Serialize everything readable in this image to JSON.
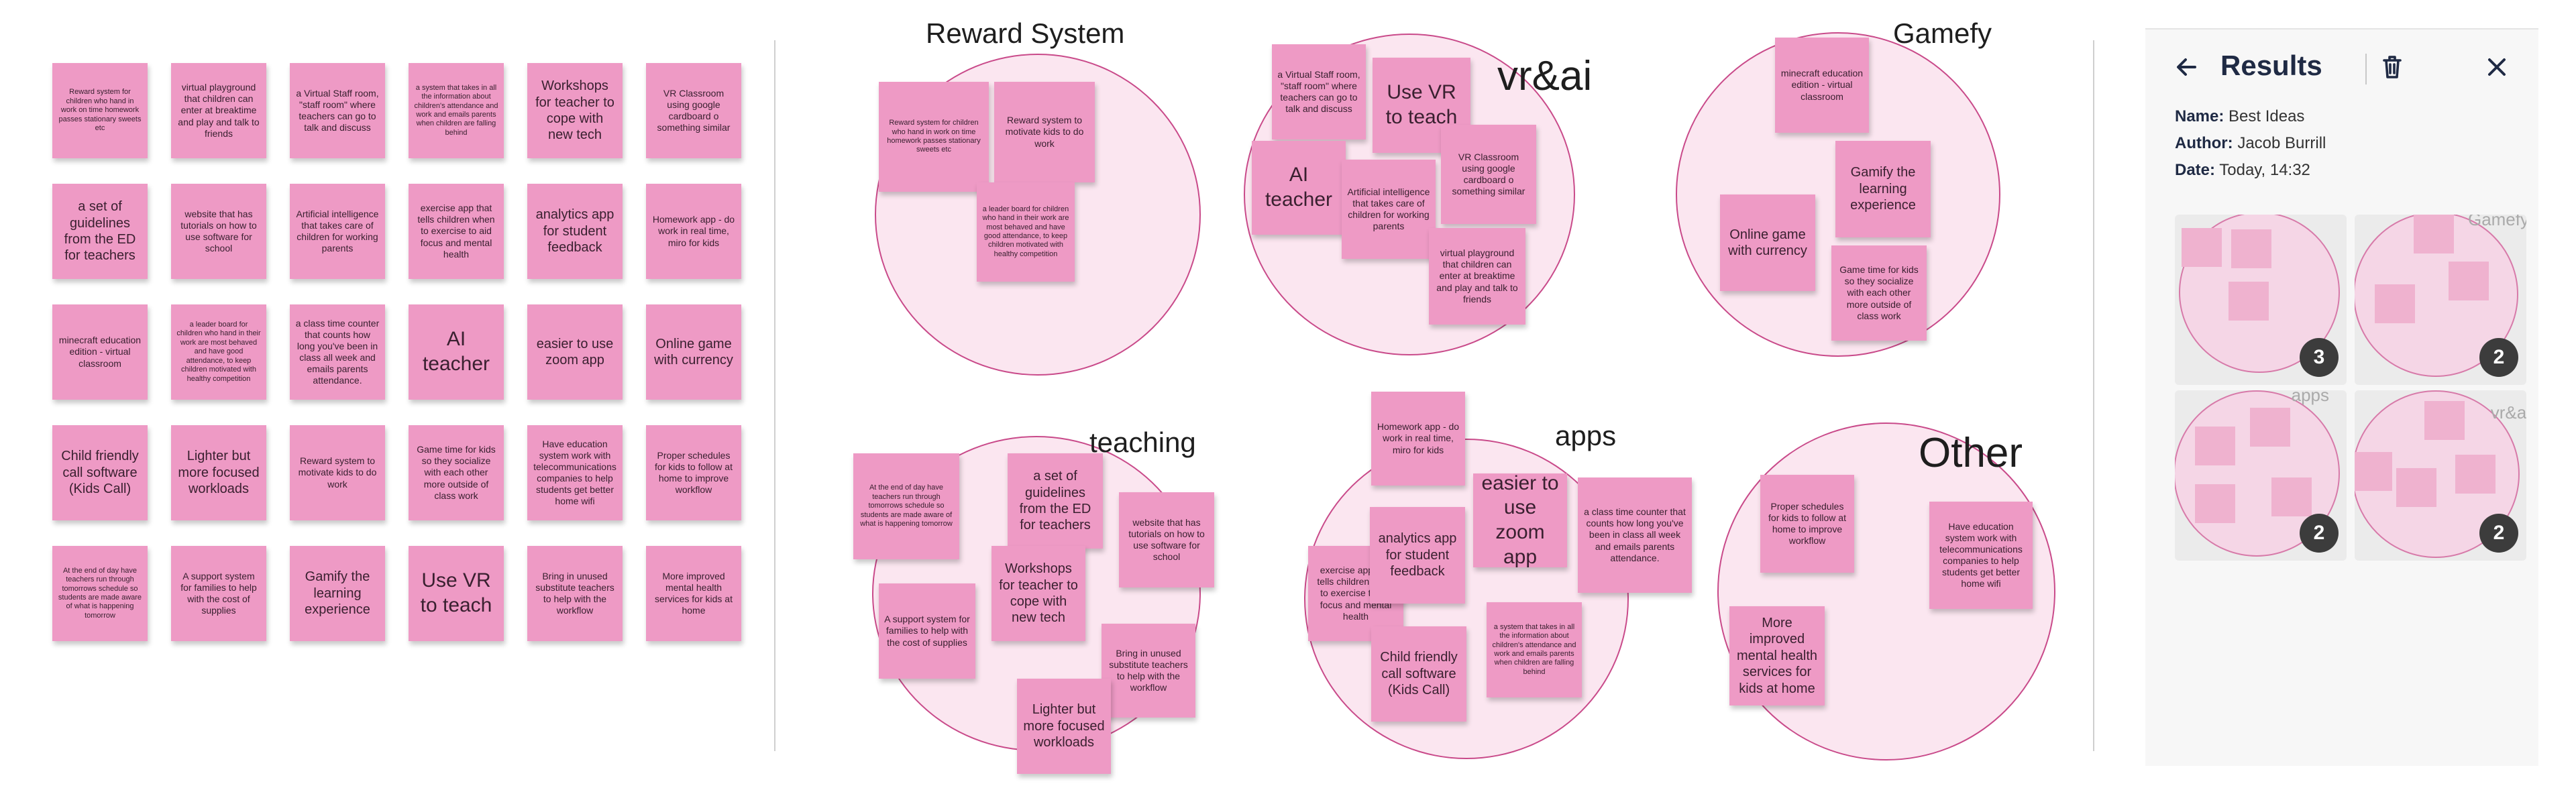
{
  "grid_notes": [
    {
      "text": "Reward system for children who hand in work on time homework passes stationary sweets etc",
      "size": "xs"
    },
    {
      "text": "virtual playground that children can enter at breaktime and play and talk to friends",
      "size": "sm"
    },
    {
      "text": "a Virtual Staff room, \"staff room\" where teachers can go to talk and discuss",
      "sm": true,
      "size": "sm"
    },
    {
      "text": "a system that takes in all the information about children's attendance and work and emails parents when children are falling behind",
      "size": "xs"
    },
    {
      "text": "Workshops for teacher to cope with new tech",
      "size": "md"
    },
    {
      "text": "VR Classroom using google cardboard o something similar",
      "size": "sm"
    },
    {
      "text": "a set of guidelines from the ED for teachers",
      "size": "md"
    },
    {
      "text": "website that has tutorials on how to use software for school",
      "size": "sm"
    },
    {
      "text": "Artificial intelligence that takes care of children for working parents",
      "size": "sm"
    },
    {
      "text": "exercise app that tells children when to exercise to aid focus and mental health",
      "size": "sm"
    },
    {
      "text": "analytics app for student feedback",
      "size": "md"
    },
    {
      "text": "Homework app - do work in real time, miro for kids",
      "size": "sm"
    },
    {
      "text": "minecraft education edition - virtual classroom",
      "size": "sm"
    },
    {
      "text": "a leader board for children who hand in their work are most behaved and have good attendance, to keep children motivated with healthy competition",
      "size": "xs"
    },
    {
      "text": "a class time counter that counts how long you've been in class all week and emails parents attendance.",
      "size": "sm"
    },
    {
      "text": "AI teacher",
      "size": "lg"
    },
    {
      "text": "easier to use zoom app",
      "size": "md"
    },
    {
      "text": "Online game with currency",
      "size": "md"
    },
    {
      "text": "Child friendly call software (Kids Call)",
      "size": "md"
    },
    {
      "text": "Lighter but more focused workloads",
      "size": "md"
    },
    {
      "text": "Reward system to motivate kids to do work",
      "size": "sm"
    },
    {
      "text": "Game time for kids so they socialize with each other more outside of class work",
      "size": "sm"
    },
    {
      "text": "Have education system work with telecommunications companies to help students get better home wifi",
      "size": "sm"
    },
    {
      "text": "Proper schedules for kids to follow at home to improve workflow",
      "size": "sm"
    },
    {
      "text": "At the end of day have teachers run through tomorrows schedule so students are made aware of what is happening tomorrow",
      "size": "xs"
    },
    {
      "text": "A support system for families to help with the cost of supplies",
      "size": "sm"
    },
    {
      "text": "Gamify the learning experience",
      "size": "md"
    },
    {
      "text": "Use VR to teach",
      "size": "lg"
    },
    {
      "text": "Bring in unused substitute teachers to help with the workflow",
      "size": "sm"
    },
    {
      "text": "More improved mental health services for kids at home",
      "size": "sm"
    }
  ],
  "clusters": {
    "reward": {
      "title": "Reward System",
      "notes": [
        "Reward system for children who hand in work on time homework passes stationary sweets etc",
        "Reward system to motivate kids to do work",
        "a leader board for children who hand in their work are most behaved and have good attendance, to keep children motivated with healthy competition"
      ]
    },
    "vrai": {
      "title": "vr&ai",
      "notes": [
        "a Virtual Staff room, \"staff room\" where teachers can go to talk and discuss",
        "Use VR to teach",
        "AI teacher",
        "Artificial intelligence that takes care of children for working parents",
        "VR Classroom using google cardboard o something similar",
        "virtual playground that children can enter at breaktime and play and talk to friends"
      ]
    },
    "gamefy": {
      "title": "Gamefy",
      "notes": [
        "minecraft education edition - virtual classroom",
        "Gamify the learning experience",
        "Online game with currency",
        "Game time for kids so they socialize with each other more outside of class work"
      ]
    },
    "teaching": {
      "title": "teaching",
      "notes": [
        "At the end of day have teachers run through tomorrows schedule so students are made aware of what is happening tomorrow",
        "a set of guidelines from the ED for teachers",
        "website that has tutorials on how to use software for school",
        "A support system for families to help with the cost of supplies",
        "Workshops for teacher to cope with new tech",
        "Bring in unused substitute teachers to help with the workflow",
        "Lighter but more focused workloads"
      ]
    },
    "apps": {
      "title": "apps",
      "notes": [
        "Homework app - do work in real time, miro for kids",
        "exercise app that tells children when to exercise to aid focus and mental health",
        "analytics app for student feedback",
        "easier to use zoom app",
        "a class time counter that counts how long you've been in class all week and emails parents attendance.",
        "Child friendly call software (Kids Call)",
        "a system that takes in all the information about children's attendance and work and emails parents when children are falling behind"
      ]
    },
    "other": {
      "title": "Other",
      "notes": [
        "Proper schedules for kids to follow at home to improve workflow",
        "Have education system work with telecommunications companies to help students get better home wifi",
        "More improved mental health services for kids at home"
      ]
    }
  },
  "panel": {
    "back_icon": "arrow-left-icon",
    "title": "Results",
    "delete_icon": "trash-icon",
    "close_icon": "close-icon",
    "name_label": "Name:",
    "name": "Best Ideas",
    "author_label": "Author:",
    "author": "Jacob Burrill",
    "date_label": "Date:",
    "date": "Today, 14:32",
    "thumbnails": [
      {
        "count": "3"
      },
      {
        "count": "2",
        "label": "Gamefy"
      },
      {
        "count": "2",
        "label": "apps"
      },
      {
        "count": "2",
        "label": "vr&ai"
      }
    ]
  },
  "colors": {
    "note": "#ee9ac5",
    "circle_fill": "#fbe6f0",
    "circle_border": "#c94a8a",
    "panel_bg": "#f7f7f7"
  }
}
